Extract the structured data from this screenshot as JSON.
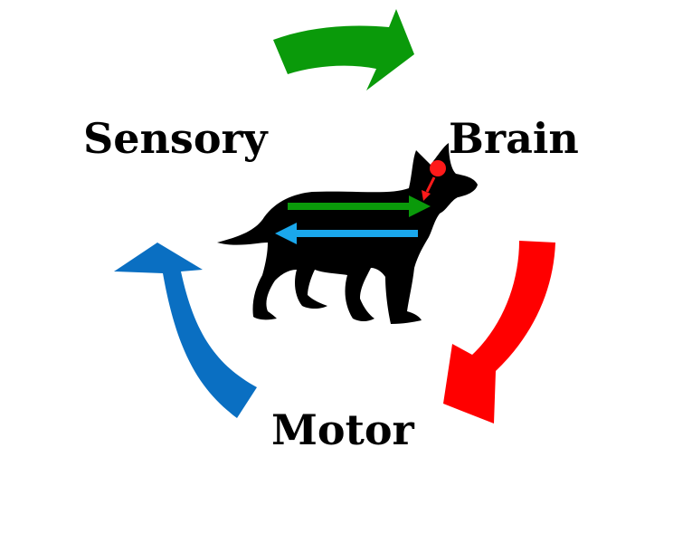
{
  "labels": {
    "sensory": "Sensory",
    "brain": "Brain",
    "motor": "Motor"
  },
  "arrows": {
    "sensory_to_brain": {
      "color": "#0a9a0a",
      "icon": "curved-arrow-right"
    },
    "brain_to_motor": {
      "color": "#ff0000",
      "icon": "curved-arrow-down"
    },
    "motor_to_sensory": {
      "color": "#0a6fc2",
      "icon": "curved-arrow-up"
    }
  },
  "dog": {
    "icon": "dog-silhouette",
    "body_color": "#000000",
    "brain_marker_color": "#ff1a1a",
    "afferent_arrow_color": "#0a9a0a",
    "efferent_arrow_color": "#1aa7ec"
  }
}
